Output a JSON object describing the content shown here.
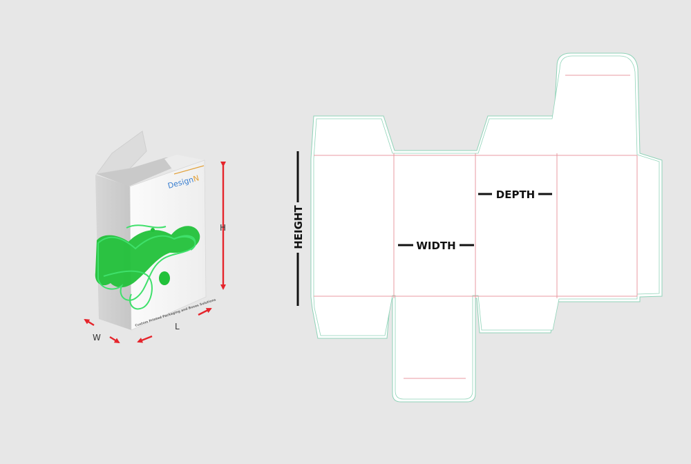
{
  "box_mockup": {
    "brand_prefix": "Design",
    "brand_suffix": "N",
    "tagline": "Custom Printed Packaging and Boxes Solutions",
    "dim_h": "H",
    "dim_l": "L",
    "dim_w": "W"
  },
  "dieline": {
    "height_label": "HEIGHT",
    "width_label": "WIDTH",
    "depth_label": "DEPTH"
  },
  "colors": {
    "background": "#e7e7e7",
    "fold_line": "#e89aa0",
    "cut_line": "#8fd3b8",
    "arrow": "#e5242b",
    "splash": "#22c13a"
  }
}
